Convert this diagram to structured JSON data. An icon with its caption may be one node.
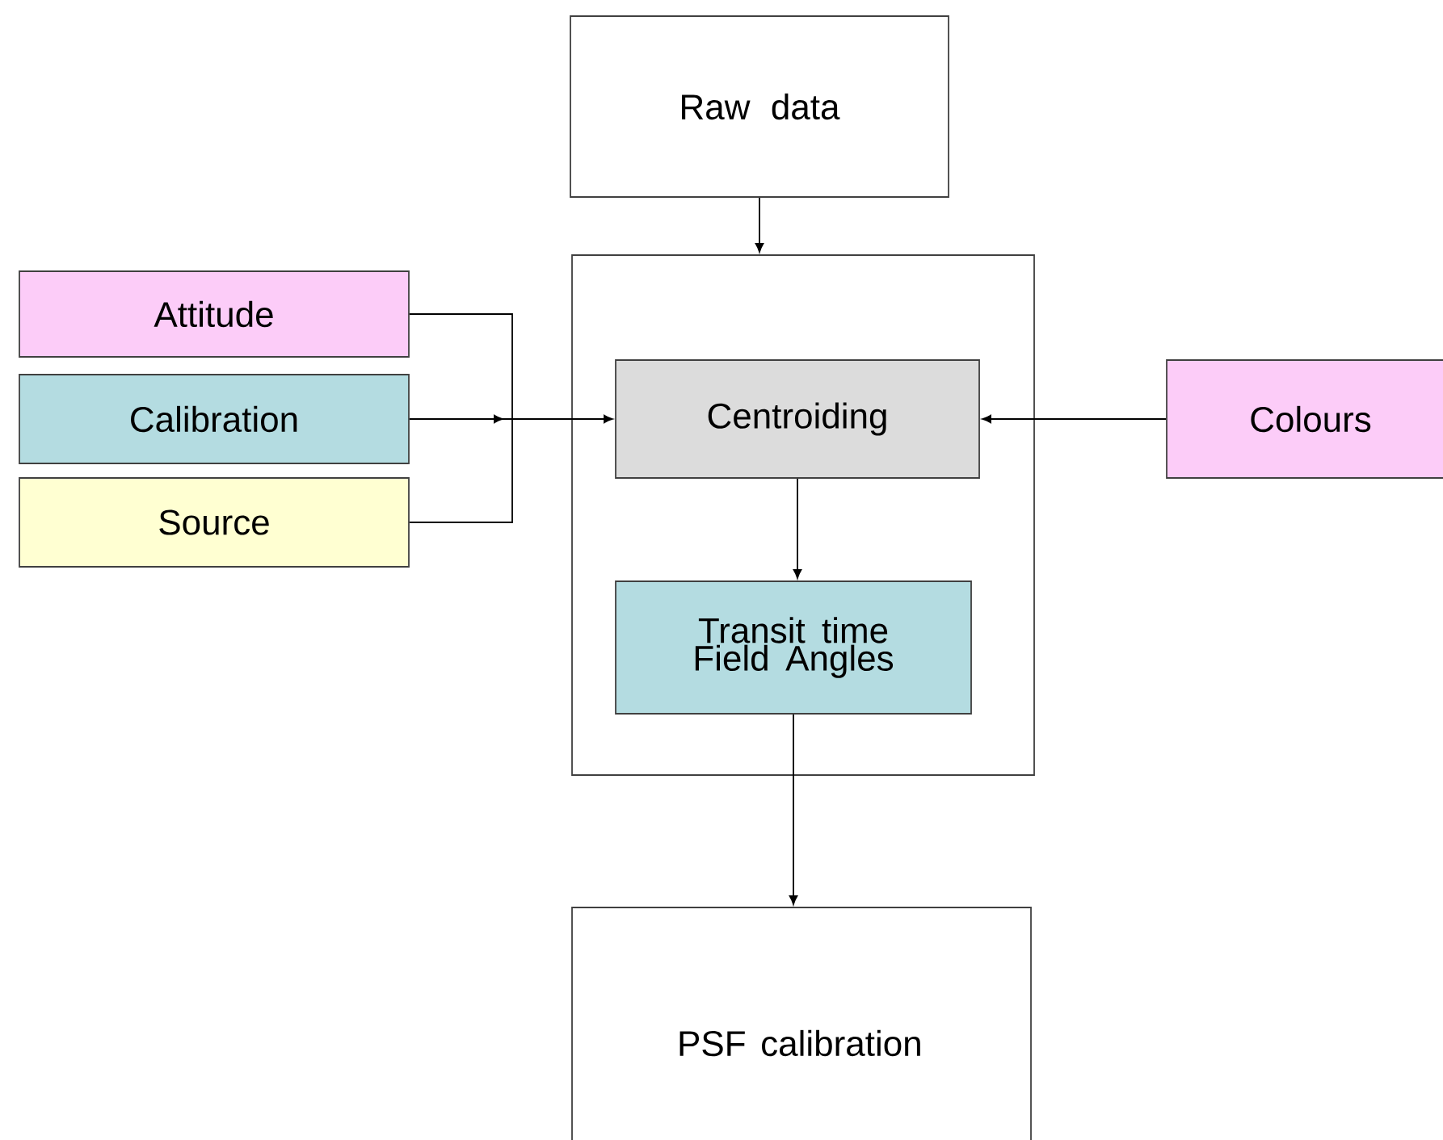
{
  "diagram": {
    "nodes": [
      {
        "text": [
          "Raw data"
        ]
      },
      {
        "text": [],
        "shape": "box"
      },
      {
        "text": [
          "Centroiding"
        ],
        "in": 1
      },
      {
        "text": [
          "Transit time Field Angles"
        ],
        "in": 1
      },
      {
        "text": [
          "Attitude"
        ]
      },
      {
        "text": [
          "Calibration"
        ]
      },
      {
        "text": [
          "Source"
        ]
      },
      {
        "text": [
          "Colours"
        ]
      },
      {
        "text": [
          "PSF calibration"
        ]
      }
    ],
    "edges": [
      {
        "from": 0,
        "to": 1,
        "arrow": "to"
      },
      {
        "from": 4,
        "to": 2,
        "arrow": "to"
      },
      {
        "from": 5,
        "to": 2,
        "arrow": "to"
      },
      {
        "from": 6,
        "to": 2,
        "arrow": "to"
      },
      {
        "from": 7,
        "to": 2,
        "arrow": "to"
      },
      {
        "from": 2,
        "to": 3,
        "arrow": "to"
      },
      {
        "from": 3,
        "to": 8,
        "arrow": "to"
      }
    ]
  }
}
